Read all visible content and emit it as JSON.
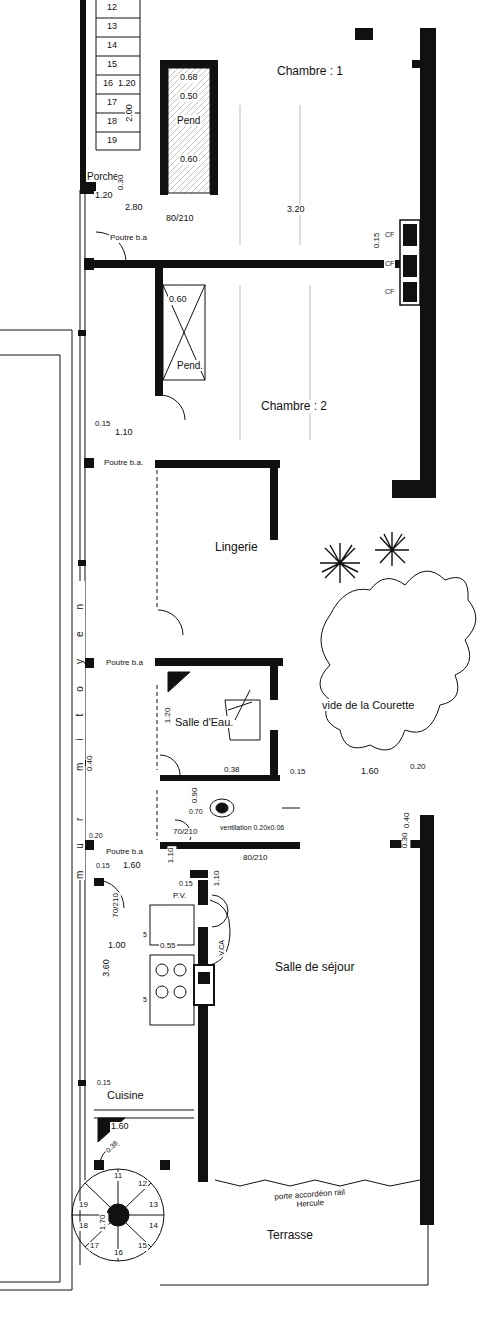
{
  "diagram": {
    "labels": [
      "12",
      "13",
      "14",
      "15",
      "16",
      "1.20",
      "17",
      "18",
      "19",
      "2.00",
      "Porche.",
      "1.20",
      "0.68",
      "0.50",
      "Pend",
      "0.60",
      "0.30",
      "2.80",
      "80/210",
      "Poutre b.a",
      "Chambre : 1",
      "3.20",
      "0.15",
      "CF",
      "CF",
      "CF",
      "0.60",
      "Pend.",
      "Chambre : 2",
      "0.15",
      "1.10",
      "Poutre b.a.",
      "Lingerie",
      "Poutre b.a",
      "1.20",
      "Salle d'Eau.",
      "vide de la Courette",
      "0.40",
      "0.38",
      "0.15",
      "1.60",
      "0.20",
      "0.90",
      "0.70",
      "ventilation 0.20x0.06",
      "70/210",
      "0.30",
      "0.40",
      "0.20",
      "Poutre b.a",
      "80/210",
      "0.15",
      "1.60",
      "1.10",
      "0.15",
      "P.V.",
      "70/210",
      "1.10",
      "1.00",
      "0.55",
      "5",
      "5",
      "3.60",
      "V.CA",
      "Salle de séjour",
      "Cuisine",
      "0.15",
      "1.60",
      "0.38",
      "porte accordéon rail Hercule",
      "Terrasse",
      "11",
      "12",
      "13",
      "14",
      "15",
      "16",
      "17",
      "18",
      "19",
      "1.70",
      "mur mitoyen"
    ]
  }
}
